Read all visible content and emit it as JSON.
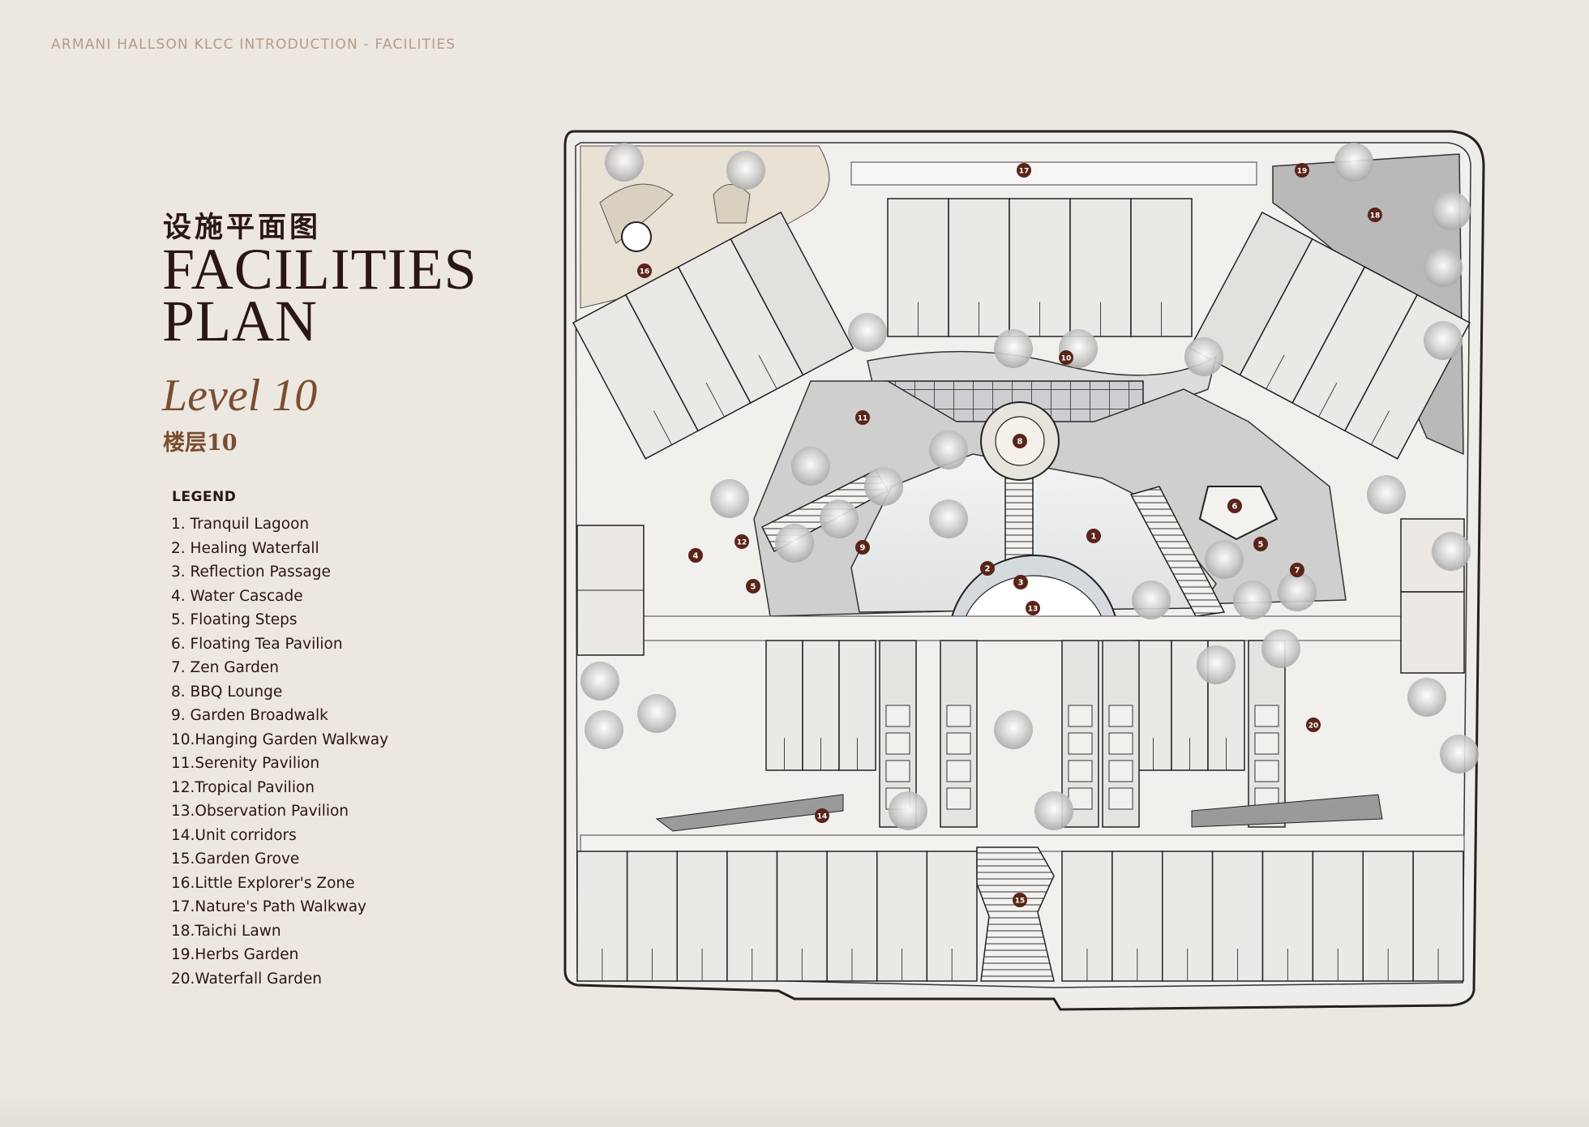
{
  "header": {
    "breadcrumb": "ARMANI HALLSON KLCC INTRODUCTION - FACILITIES"
  },
  "title": {
    "chinese": "设施平面图",
    "line1": "FACILITIES",
    "line2": "PLAN"
  },
  "level": {
    "label": "Level 10",
    "chinese": "楼层10"
  },
  "legend": {
    "title": "LEGEND",
    "items": [
      "1.  Tranquil Lagoon",
      "2.  Healing Waterfall",
      "3.  Reflection Passage",
      "4.  Water Cascade",
      "5.  Floating Steps",
      "6.  Floating Tea Pavilion",
      "7.  Zen Garden",
      "8.  BBQ Lounge",
      "9.  Garden Broadwalk",
      "10.Hanging Garden Walkway",
      "11.Serenity Pavilion",
      "12.Tropical Pavilion",
      "13.Observation Pavilion",
      "14.Unit corridors",
      "15.Garden Grove",
      "16.Little Explorer's Zone",
      "17.Nature's Path Walkway",
      "18.Taichi Lawn",
      "19.Herbs Garden",
      "20.Waterfall Garden"
    ]
  },
  "map": {
    "markers": [
      "1",
      "2",
      "3",
      "4",
      "5",
      "5",
      "6",
      "7",
      "8",
      "9",
      "10",
      "11",
      "12",
      "13",
      "14",
      "15",
      "16",
      "17",
      "18",
      "19",
      "20"
    ],
    "colors": {
      "marker": "#5a2419",
      "background": "#ede7e1",
      "accent": "#7a4e2f"
    }
  }
}
